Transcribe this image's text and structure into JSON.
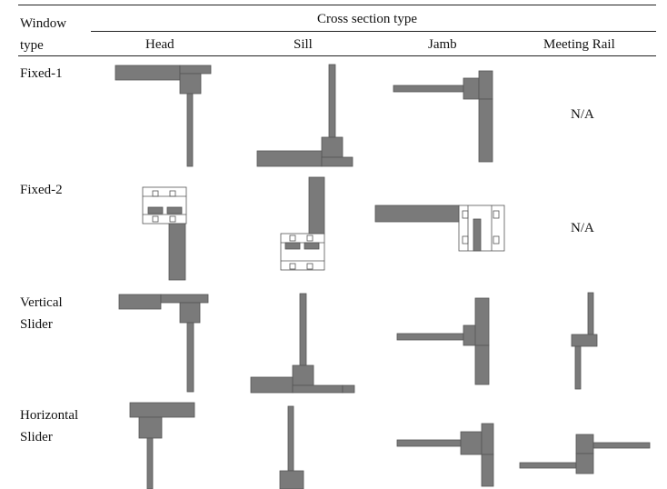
{
  "header": {
    "window_type_label": "Window\ntype",
    "cross_section_label": "Cross section type",
    "columns": [
      "Head",
      "Sill",
      "Jamb",
      "Meeting Rail"
    ]
  },
  "rows": [
    {
      "label": "Fixed-1",
      "meeting_rail": "N/A"
    },
    {
      "label": "Fixed-2",
      "meeting_rail": "N/A"
    },
    {
      "label": "Vertical\nSlider",
      "meeting_rail": ""
    },
    {
      "label": "Horizontal\nSlider",
      "meeting_rail": ""
    }
  ]
}
